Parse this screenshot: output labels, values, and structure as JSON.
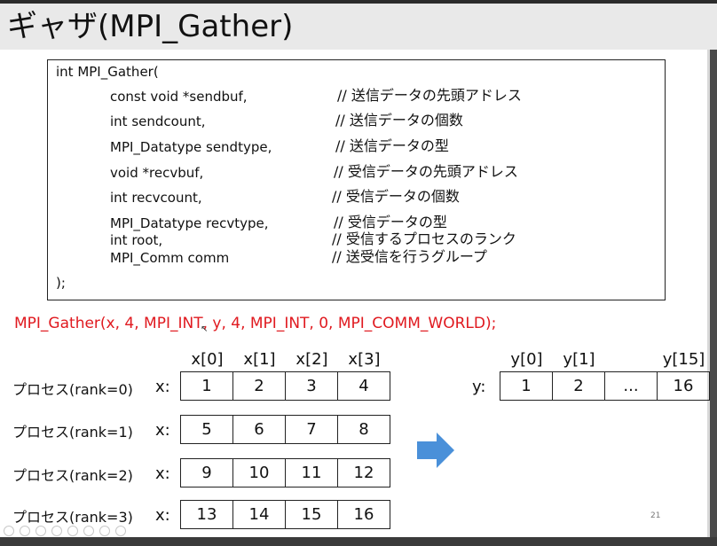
{
  "slide": {
    "title": "ギャザ(MPI_Gather)",
    "page_number": "21"
  },
  "code": {
    "opening": "int MPI_Gather(",
    "params": [
      {
        "decl": "const void *sendbuf,",
        "comment": "//  送信データの先頭アドレス"
      },
      {
        "decl": "int sendcount,",
        "comment": "//  送信データの個数"
      },
      {
        "decl": "MPI_Datatype sendtype,",
        "comment": "//  送信データの型"
      },
      {
        "decl": "void *recvbuf,",
        "comment": "//  受信データの先頭アドレス"
      },
      {
        "decl": "int recvcount,",
        "comment": "//  受信データの個数"
      },
      {
        "decl": "MPI_Datatype recvtype,",
        "comment": "//  受信データの型"
      },
      {
        "decl": "int root,",
        "comment": "//  受信するプロセスのランク"
      },
      {
        "decl": "MPI_Comm comm",
        "comment": "//  送受信を行うグループ"
      }
    ],
    "closing": ");"
  },
  "call_example": "MPI_Gather(x, 4, MPI_INT, y, 4, MPI_INT, 0, MPI_COMM_WORLD);",
  "send": {
    "array_label": "x:",
    "indices": [
      "x[0]",
      "x[1]",
      "x[2]",
      "x[3]"
    ],
    "processes": [
      {
        "label": "プロセス(rank=0)",
        "values": [
          "1",
          "2",
          "3",
          "4"
        ]
      },
      {
        "label": "プロセス(rank=1)",
        "values": [
          "5",
          "6",
          "7",
          "8"
        ]
      },
      {
        "label": "プロセス(rank=2)",
        "values": [
          "9",
          "10",
          "11",
          "12"
        ]
      },
      {
        "label": "プロセス(rank=3)",
        "values": [
          "13",
          "14",
          "15",
          "16"
        ]
      }
    ]
  },
  "receive": {
    "array_label": "y:",
    "indices": [
      "y[0]",
      "y[1]",
      "",
      "y[15]"
    ],
    "values": [
      "1",
      "2",
      "...",
      "16"
    ]
  },
  "colors": {
    "call_text": "#e0191f",
    "arrow": "#4a90d9",
    "title_bar": "#e9e9e9"
  },
  "icons": [
    "arrow-right-icon",
    "cursor-icon"
  ]
}
